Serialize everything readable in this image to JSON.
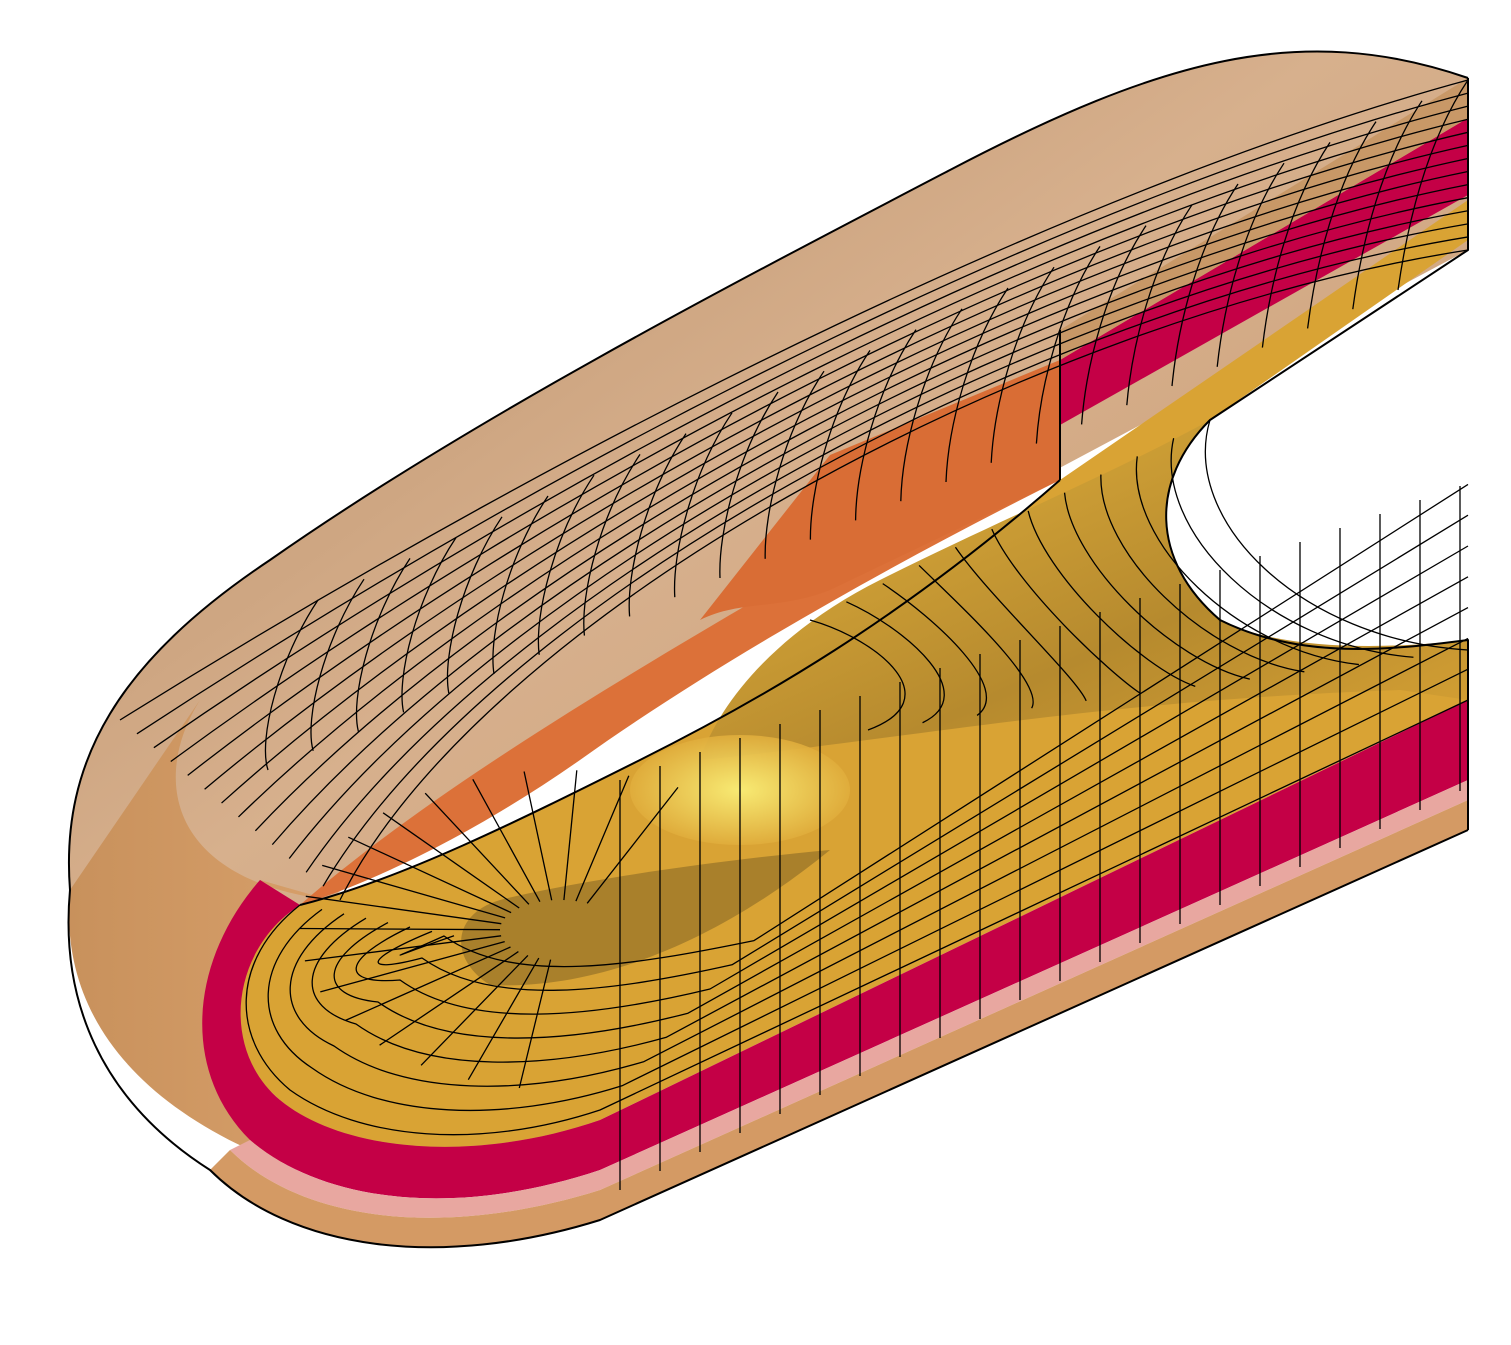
{
  "figure": {
    "kind": "3d-hexahedral-mesh-cutaway",
    "description_printed": "",
    "colors": {
      "background": "#ffffff",
      "outer_shell": "#c89867",
      "outer_shell_light": "#d7b28d",
      "outer_shell_highlight": "#f0b781",
      "cut_face_orange": "#dc7139",
      "middle_layer_red": "#c40046",
      "inner_core_yellow": "#d9a334",
      "inner_core_highlight": "#f6ee6e",
      "inner_core_shadow": "#a9802b",
      "mesh_lines": "#000000"
    },
    "regions": [
      {
        "id": "outer-shell",
        "color_key": "outer_shell"
      },
      {
        "id": "cut-face",
        "color_key": "cut_face_orange"
      },
      {
        "id": "middle-layer",
        "color_key": "middle_layer_red"
      },
      {
        "id": "inner-core",
        "color_key": "inner_core_yellow"
      }
    ]
  }
}
